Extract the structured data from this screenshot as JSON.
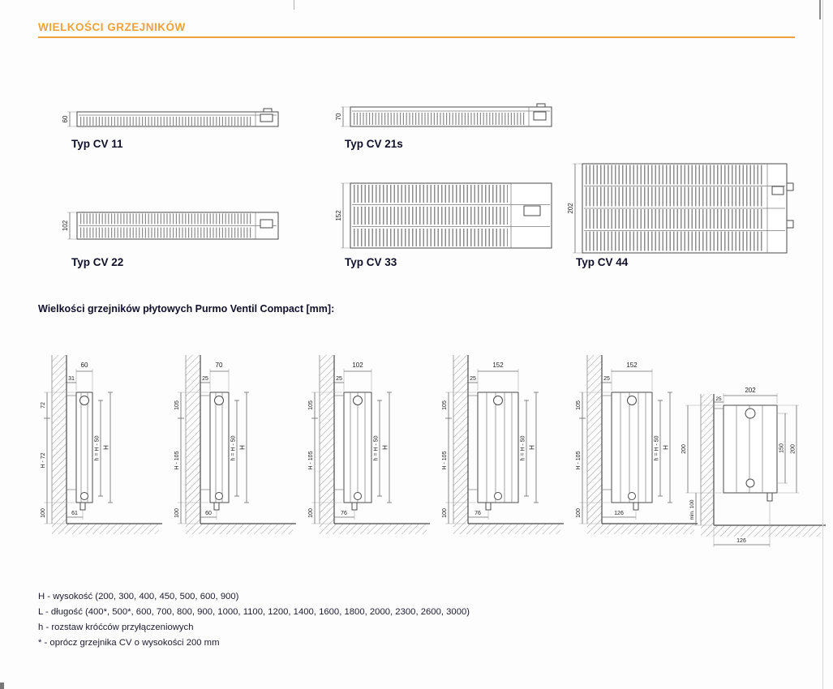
{
  "page": {
    "title": "WIELKOŚCI GRZEJNIKÓW",
    "section_heading": "Wielkości grzejników płytowych Purmo Ventil Compact [mm]:"
  },
  "cross_sections": [
    {
      "label": "Typ CV 11",
      "depth": "60"
    },
    {
      "label": "Typ CV 21s",
      "depth": "70"
    },
    {
      "label": "Typ CV 22",
      "depth": "102"
    },
    {
      "label": "Typ CV 33",
      "depth": "152"
    },
    {
      "label": "Typ CV 44",
      "depth": "202"
    }
  ],
  "side_views": [
    {
      "depth": "60",
      "wall_gap": "31",
      "top_offset": "72",
      "body_height": "H - 72",
      "pipe_spacing": "h = H - 50",
      "total_height": "H",
      "floor_clearance": "100",
      "valve_offset": "61"
    },
    {
      "depth": "70",
      "wall_gap": "25",
      "top_offset": "105",
      "body_height": "H - 105",
      "pipe_spacing": "h = H - 50",
      "total_height": "H",
      "floor_clearance": "100",
      "valve_offset": "60"
    },
    {
      "depth": "102",
      "wall_gap": "25",
      "top_offset": "105",
      "body_height": "H - 105",
      "pipe_spacing": "h = H - 50",
      "total_height": "H",
      "floor_clearance": "100",
      "valve_offset": "76"
    },
    {
      "depth": "152",
      "wall_gap": "25",
      "top_offset": "105",
      "body_height": "H - 105",
      "pipe_spacing": "h = H - 50",
      "total_height": "H",
      "floor_clearance": "100",
      "valve_offset": "76"
    },
    {
      "depth": "152",
      "wall_gap": "25",
      "top_offset": "105",
      "body_height": "H - 105",
      "pipe_spacing": "h = H - 50",
      "total_height": "H",
      "floor_clearance": "100",
      "valve_offset": "126"
    }
  ],
  "detail_view": {
    "depth": "202",
    "wall_gap": "25",
    "height_left": "200",
    "pipe_spacing": "150",
    "height_right": "200",
    "floor_clearance": "min. 100",
    "valve_offset": "126"
  },
  "footnotes": [
    "H - wysokość (200, 300, 400, 450, 500, 600, 900)",
    "L - długość (400*, 500*, 600, 700, 800, 900, 1000, 1100, 1200, 1400, 1600, 1800, 2000, 2300, 2600, 3000)",
    "h - rozstaw króćców przyłączeniowych",
    "* - oprócz grzejnika CV o wysokości 200 mm"
  ],
  "colors": {
    "accent": "#F0A13A"
  }
}
